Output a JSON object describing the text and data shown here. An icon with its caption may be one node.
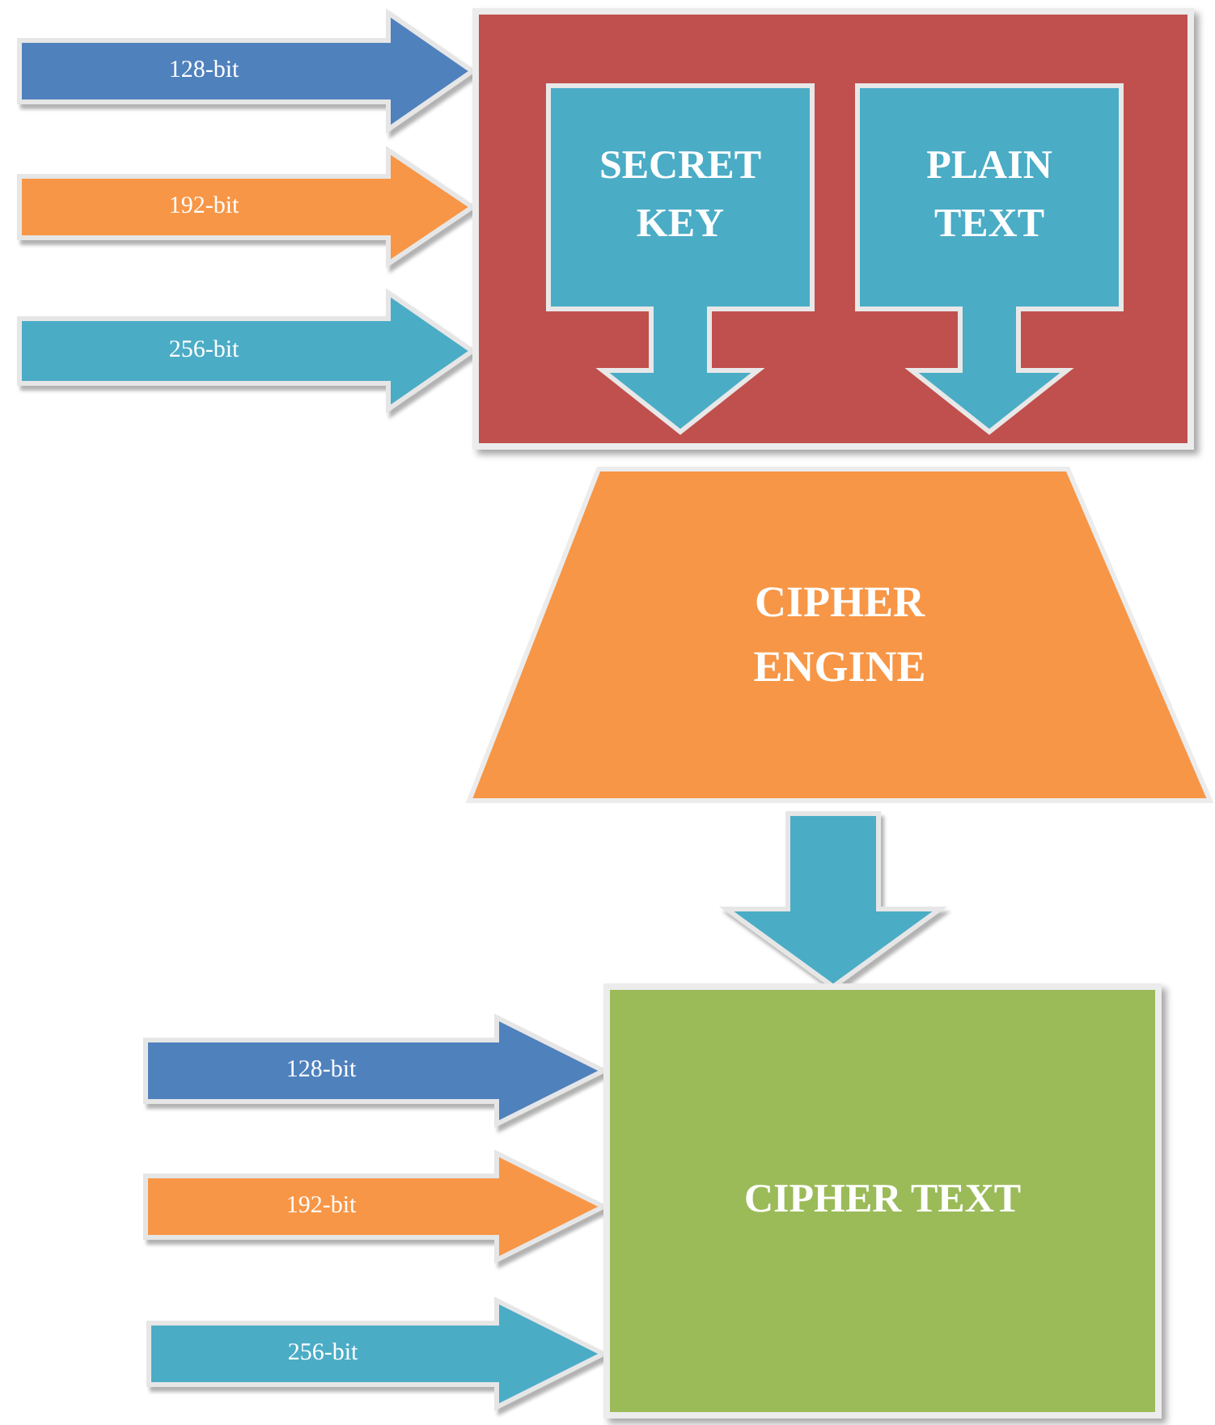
{
  "diagram": {
    "nodes": [
      {
        "text": [],
        "shape": "box"
      },
      {
        "text": [
          "SECRET KEY"
        ],
        "in": 0
      },
      {
        "text": [
          "PLAIN TEXT"
        ],
        "in": 0
      },
      {
        "text": [
          "CIPHER ENGINE"
        ]
      },
      {
        "text": [
          "CIPHER TEXT"
        ]
      }
    ],
    "edges": [
      {
        "from": null,
        "to": 0,
        "arrow": "to",
        "label": "128-bit",
        "style": "thick",
        "color": "#4f81bd"
      },
      {
        "from": null,
        "to": 0,
        "arrow": "to",
        "label": "192-bit",
        "style": "thick",
        "color": "#f79646"
      },
      {
        "from": null,
        "to": 0,
        "arrow": "to",
        "label": "256-bit",
        "style": "thick",
        "color": "#4bacc6"
      },
      {
        "from": 3,
        "to": 4,
        "arrow": "to",
        "style": "thick",
        "color": "#4bacc6"
      },
      {
        "from": null,
        "to": 4,
        "arrow": "to",
        "label": "128-bit",
        "style": "thick",
        "color": "#4f81bd"
      },
      {
        "from": null,
        "to": 4,
        "arrow": "to",
        "label": "192-bit",
        "style": "thick",
        "color": "#f79646"
      },
      {
        "from": null,
        "to": 4,
        "arrow": "to",
        "label": "256-bit",
        "style": "thick",
        "color": "#4bacc6"
      }
    ]
  }
}
